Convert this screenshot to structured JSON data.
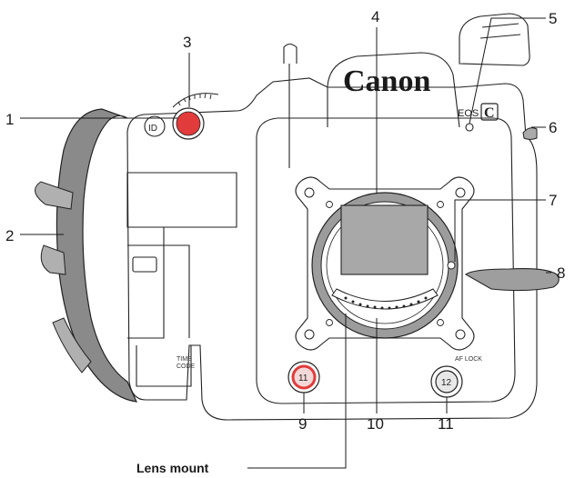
{
  "diagram": {
    "brand_text": "Canon",
    "model_badge": "EOS C",
    "callouts": [
      {
        "num": "1"
      },
      {
        "num": "2"
      },
      {
        "num": "3"
      },
      {
        "num": "4"
      },
      {
        "num": "5"
      },
      {
        "num": "6"
      },
      {
        "num": "7"
      },
      {
        "num": "8"
      },
      {
        "num": "9"
      },
      {
        "num": "10"
      },
      {
        "num": "11"
      }
    ],
    "lens_mount_label": "Lens mount",
    "buttons": {
      "left_number": "11",
      "right_number": "12",
      "right_caption": "AF LOCK"
    },
    "grip_caption_line1": "TIME",
    "grip_caption_line2": "CODE",
    "rec_button_color": "#e23b3b"
  }
}
